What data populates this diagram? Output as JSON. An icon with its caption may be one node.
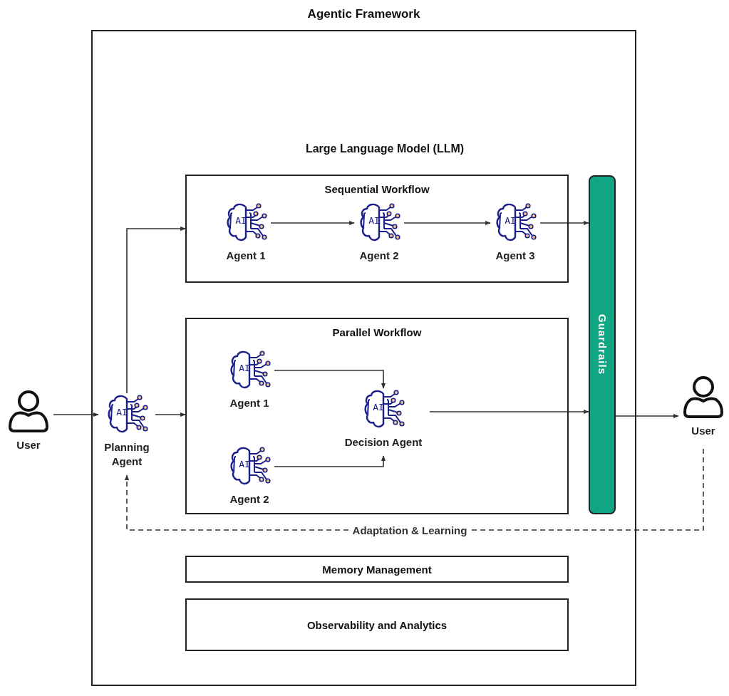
{
  "diagram": {
    "nodes": [
      {
        "text": [
          "Agentic Framework"
        ]
      },
      {
        "text": [
          "Sequential Workflow"
        ],
        "in": 0
      },
      {
        "text": [
          "AI",
          "Agent 1"
        ],
        "in": 1
      },
      {
        "text": [
          "AI",
          "Agent 2"
        ],
        "in": 1
      },
      {
        "text": [
          "AI",
          "Agent 3"
        ],
        "in": 1
      },
      {
        "text": [
          "Parallel Workflow"
        ],
        "in": 0
      },
      {
        "text": [
          "AI",
          "Agent 1"
        ],
        "in": 5
      },
      {
        "text": [
          "AI",
          "Decision Agent"
        ],
        "in": 5
      },
      {
        "text": [
          "AI",
          "Agent 2"
        ],
        "in": 5
      },
      {
        "text": [
          "User"
        ]
      },
      {
        "text": [
          "AI",
          "Planning Agent"
        ],
        "in": 0
      },
      {
        "text": [
          "Guardrails"
        ],
        "in": 0
      },
      {
        "text": [
          "User"
        ]
      },
      {
        "text": [
          "Memory Management"
        ],
        "in": 0
      },
      {
        "text": [
          "Observability and Analytics"
        ],
        "in": 0
      }
    ],
    "edges": [
      {
        "from": 9,
        "to": 10,
        "arrow": "to"
      },
      {
        "from": 10,
        "to": 1,
        "arrow": "to"
      },
      {
        "from": 10,
        "to": 5,
        "arrow": "to"
      },
      {
        "from": 2,
        "to": 3,
        "arrow": "to"
      },
      {
        "from": 3,
        "to": 4,
        "arrow": "to"
      },
      {
        "from": 4,
        "to": 11,
        "arrow": "to"
      },
      {
        "from": 6,
        "to": 7,
        "arrow": "to"
      },
      {
        "from": 8,
        "to": 7,
        "arrow": "to"
      },
      {
        "from": 7,
        "to": 11,
        "arrow": "to"
      },
      {
        "from": 11,
        "to": 12,
        "arrow": "to"
      },
      {
        "from": 12,
        "to": 10,
        "arrow": "to",
        "style": "dashed",
        "label": "Adaptation & Learning"
      }
    ],
    "labels": [
      "Large Language Model (LLM)"
    ]
  }
}
